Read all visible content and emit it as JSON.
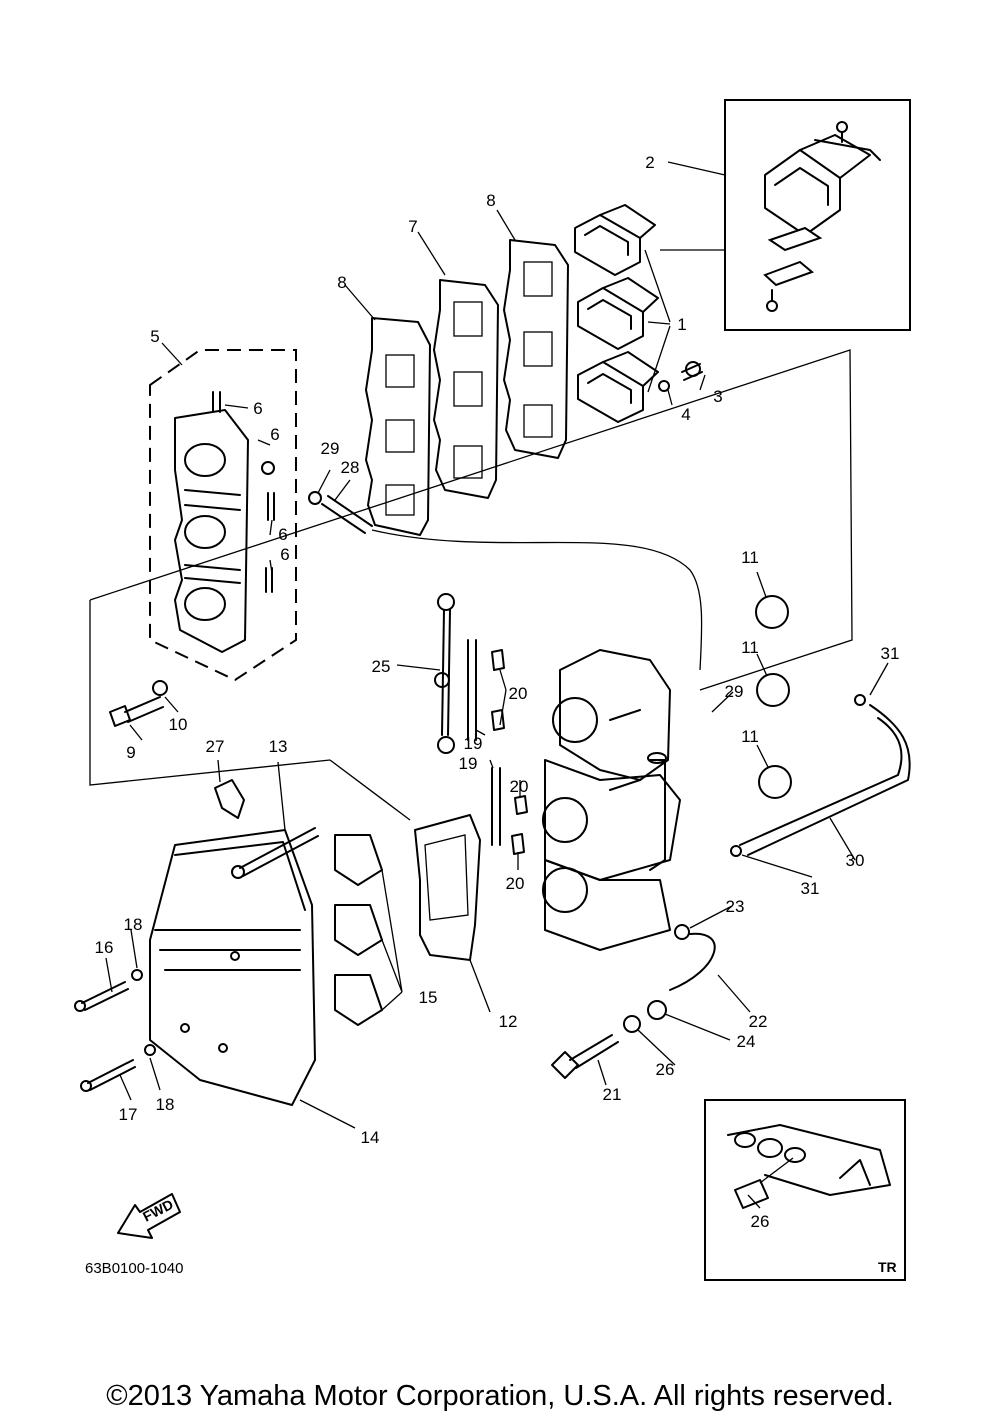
{
  "diagram_code": "63B0100-1040",
  "copyright": "©2013 Yamaha Motor Corporation, U.S.A. All rights reserved.",
  "inset_tag": "TR",
  "fwd_label": "FWD",
  "callouts": {
    "c1": "1",
    "c2": "2",
    "c3": "3",
    "c4": "4",
    "c5": "5",
    "c6a": "6",
    "c6b": "6",
    "c6c": "6",
    "c6d": "6",
    "c7": "7",
    "c8a": "8",
    "c8b": "8",
    "c9": "9",
    "c10": "10",
    "c11a": "11",
    "c11b": "11",
    "c11c": "11",
    "c12": "12",
    "c13": "13",
    "c14": "14",
    "c15": "15",
    "c16": "16",
    "c17": "17",
    "c18a": "18",
    "c18b": "18",
    "c19a": "19",
    "c19b": "19",
    "c20a": "20",
    "c20b": "20",
    "c20c": "20",
    "c21": "21",
    "c22": "22",
    "c23": "23",
    "c24": "24",
    "c25": "25",
    "c26a": "26",
    "c26b": "26",
    "c27": "27",
    "c28": "28",
    "c29a": "29",
    "c29b": "29",
    "c30": "30",
    "c31a": "31",
    "c31b": "31"
  }
}
